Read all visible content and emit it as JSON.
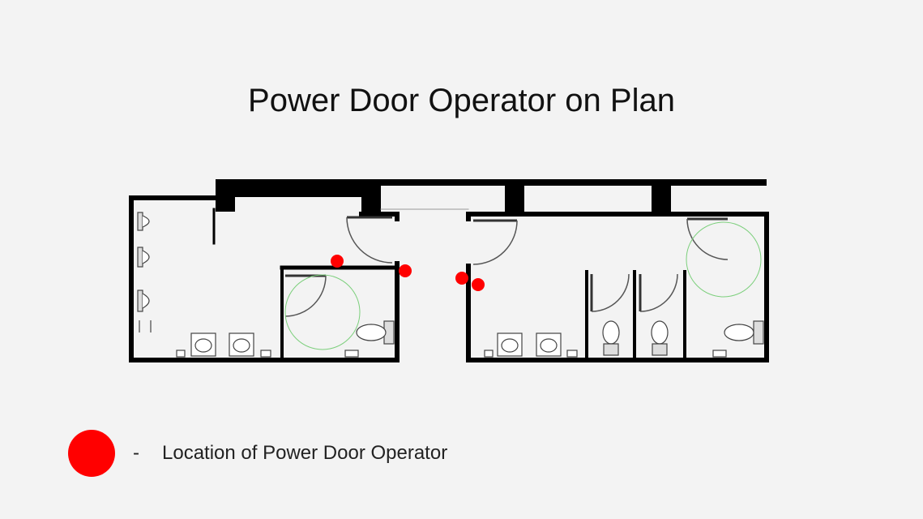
{
  "slide": {
    "title": "Power Door Operator on Plan"
  },
  "legend": {
    "dash": "-",
    "label": "Location of Power Door Operator",
    "marker_color": "#ff0000"
  },
  "plan": {
    "wall_color": "#000000",
    "turning_circle_color": "#7ccf7c",
    "operator_marker_color": "#ff0000",
    "operator_count": 4
  }
}
